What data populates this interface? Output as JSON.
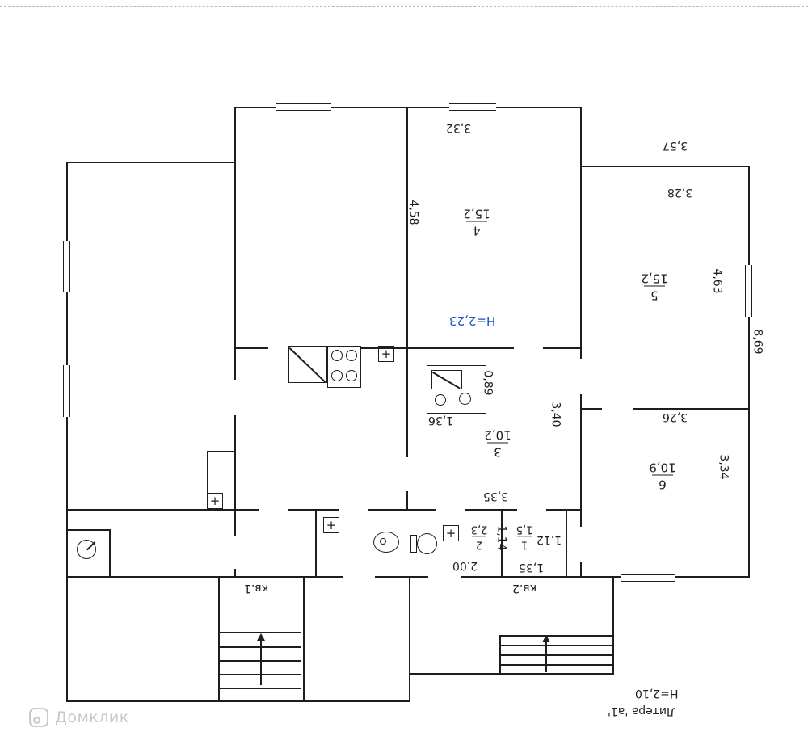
{
  "watermark": {
    "brand": "Домклик"
  },
  "symbols": {
    "vent_plus": "+"
  },
  "notes": {
    "ceiling_main": "H=2,23",
    "ceiling_porch": "H=2,10",
    "litera": "Литера 'а1'"
  },
  "apartments": {
    "kv1": "кв.1",
    "kv2": "кв.2"
  },
  "rooms": [
    {
      "number": "4",
      "area": "15,2"
    },
    {
      "number": "5",
      "area": "15,2"
    },
    {
      "number": "3",
      "area": "10,2"
    },
    {
      "number": "6",
      "area": "10,9"
    },
    {
      "number": "2",
      "area": "2,3"
    },
    {
      "number": "1",
      "area": "1,5"
    }
  ],
  "dimensions": {
    "d332": "3,32",
    "d357": "3,57",
    "d458": "4,58",
    "d328": "3,28",
    "d463": "4,63",
    "d869": "8,69",
    "d340": "3,40",
    "d089": "0,89",
    "d136": "1,36",
    "d335": "3,35",
    "d326": "3,26",
    "d334": "3,34",
    "d114": "1,14",
    "d112": "1,12",
    "d135": "1,35",
    "d200": "2,00"
  }
}
